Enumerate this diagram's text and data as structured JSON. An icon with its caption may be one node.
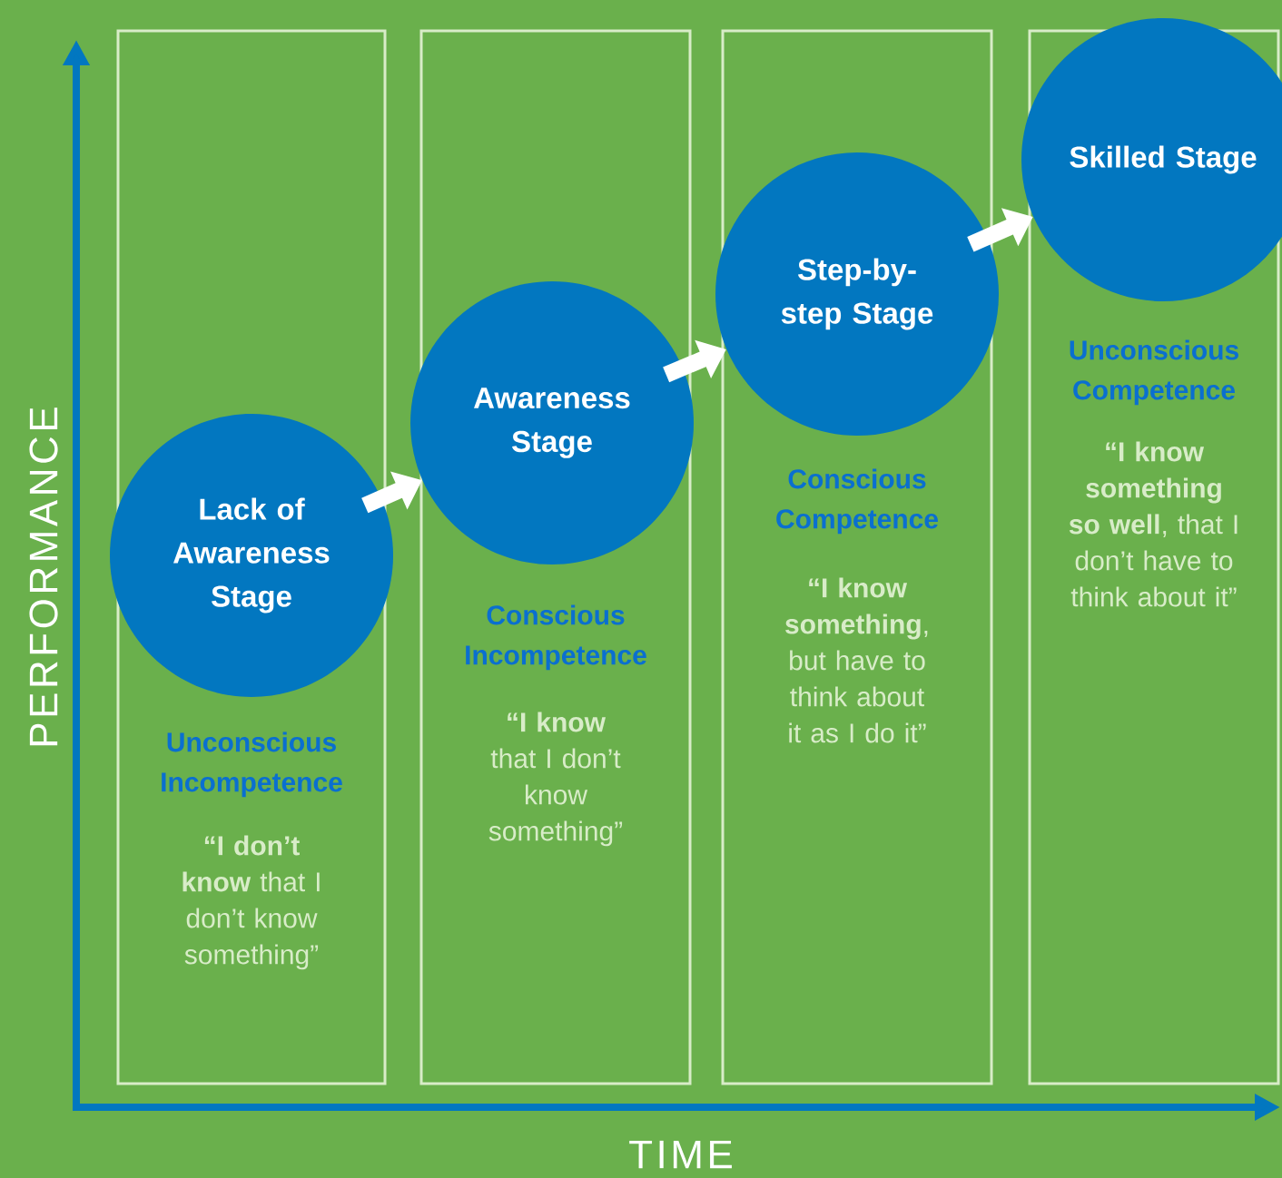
{
  "diagram": {
    "nodes": [
      {
        "text": [
          "Unconscious Incompetence",
          "**“I don’t know** that I don’t know something”"
        ]
      },
      {
        "text": [
          "Conscious Incompetence",
          "**“I know** that I don’t know something”"
        ]
      },
      {
        "text": [
          "Conscious Competence",
          "**“I know something**, but have to think about it as I do it”"
        ]
      },
      {
        "text": [
          "Unconscious Competence",
          "**“I know something so well**, that I don’t have to think about it”"
        ]
      },
      {
        "text": [
          "Lack of Awareness Stage"
        ],
        "in": 0
      },
      {
        "text": [
          "Awareness Stage"
        ],
        "in": 1
      },
      {
        "text": [
          "Step-by-step Stage"
        ],
        "in": 2
      },
      {
        "text": [
          "Skilled Stage"
        ],
        "in": 3
      }
    ],
    "edges": [
      {
        "from": 4,
        "to": 5,
        "arrow": "to"
      },
      {
        "from": 5,
        "to": 6,
        "arrow": "to"
      },
      {
        "from": 6,
        "to": 7,
        "arrow": "to"
      }
    ],
    "labels": [
      "PERFORMANCE",
      "TIME"
    ]
  }
}
